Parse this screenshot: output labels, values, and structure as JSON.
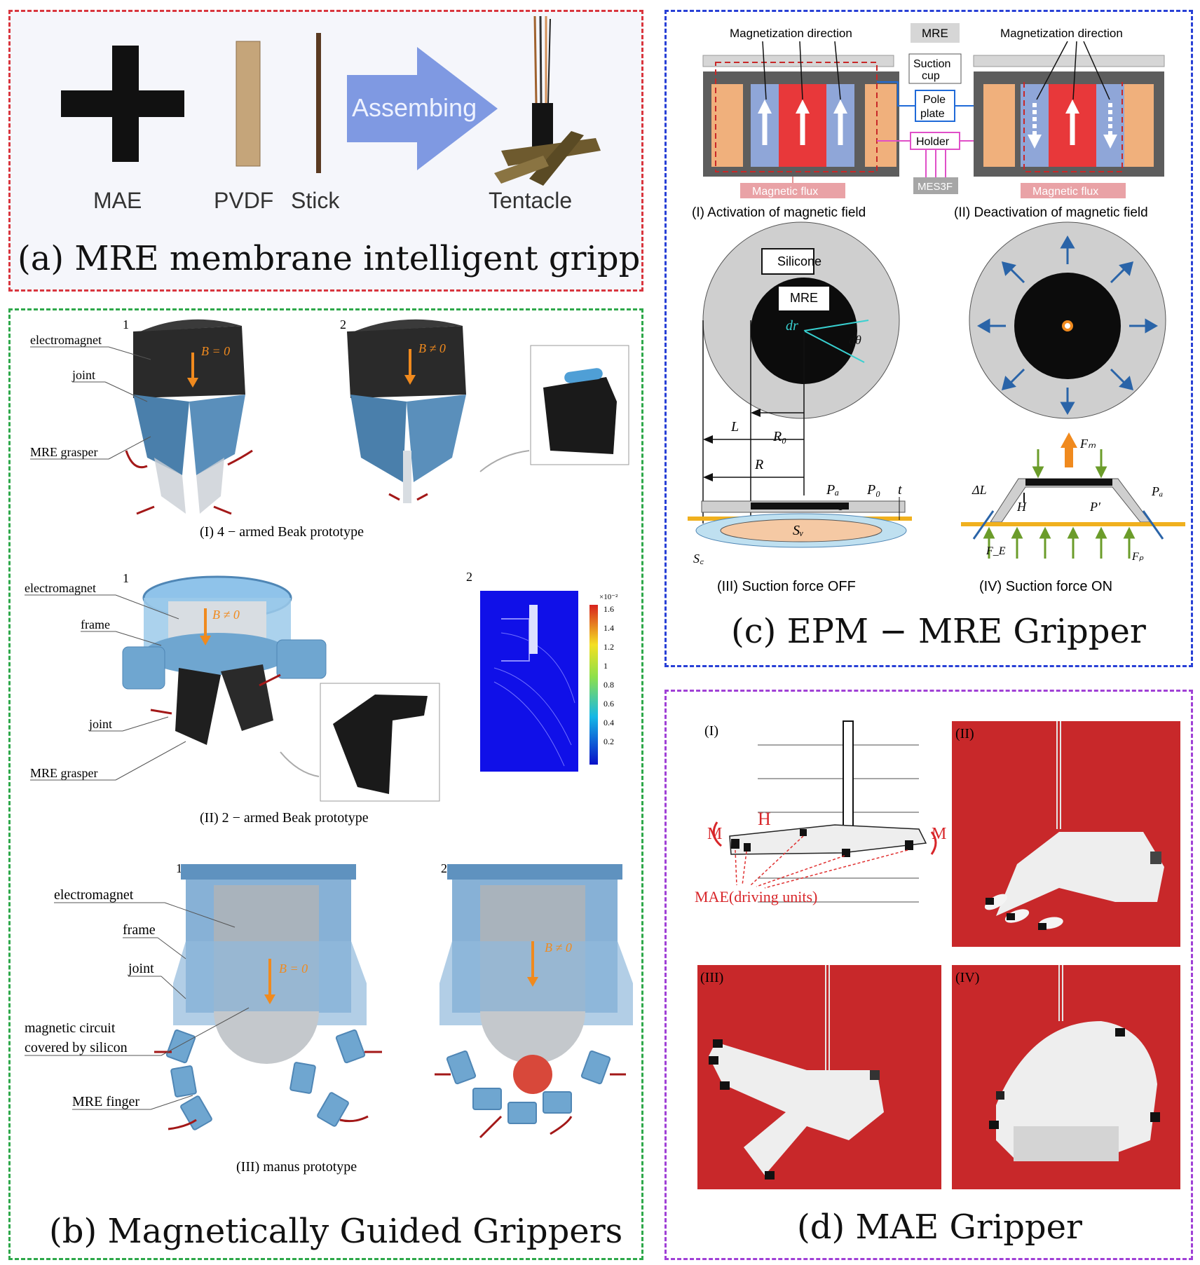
{
  "panel_a": {
    "labels": [
      "MAE",
      "PVDF",
      "Stick",
      "Tentacle"
    ],
    "arrow_text": "Assembing",
    "title": "(a) MRE membrane intelligent gripper"
  },
  "panel_b": {
    "title": "(b) Magnetically Guided Grippers",
    "sub1": {
      "caption": "(I) 4 − armed Beak prototype",
      "num1": "1",
      "num2": "2",
      "labels": [
        "electromagnet",
        "joint",
        "MRE grasper"
      ],
      "b_zero": "B = 0",
      "b_nonzero": "B ≠ 0"
    },
    "sub2": {
      "caption": "(II) 2 − armed Beak prototype",
      "num1": "1",
      "num2": "2",
      "labels": [
        "electromagnet",
        "frame",
        "joint",
        "MRE grasper"
      ],
      "b_nonzero": "B ≠ 0",
      "colorbar_exp": "×10⁻²",
      "colorbar_ticks": [
        "1.6",
        "1.4",
        "1.2",
        "1",
        "0.8",
        "0.6",
        "0.4",
        "0.2"
      ]
    },
    "sub3": {
      "caption": "(III) manus prototype",
      "num1": "1",
      "num2": "2",
      "labels": [
        "electromagnet",
        "frame",
        "joint",
        "magnetic circuit",
        "covered by silicon",
        "MRE finger"
      ],
      "b_zero": "B = 0",
      "b_nonzero": "B ≠ 0"
    }
  },
  "panel_c": {
    "title": "(c) EPM − MRE Gripper",
    "top": {
      "mag_dir_left": "Magnetization direction",
      "mag_dir_right": "Magnetization direction",
      "mre": "MRE",
      "suction_cup_1": "Suction",
      "suction_cup_2": "cup",
      "pole_plate_1": "Pole",
      "pole_plate_2": "plate",
      "holder": "Holder",
      "mes3f": "MES3F",
      "flux_left": "Magnetic flux",
      "flux_right": "Magnetic flux",
      "cap1": "(I) Activation of magnetic field",
      "cap2": "(II) Deactivation of magnetic field"
    },
    "bottom": {
      "silicone": "Silicone",
      "mre": "MRE",
      "dr": "dr",
      "dtheta": "dθ",
      "L": "L",
      "R0": "R₀",
      "R": "R",
      "Pa": "Pₐ",
      "P0": "P₀",
      "t": "t",
      "Sv": "Sᵥ",
      "Sc": "S꜀",
      "FM": "Fₘ",
      "dL": "ΔL",
      "H": "H",
      "Pprime": "P′",
      "Pa2": "Pₐ",
      "FE": "F_E",
      "Fp": "Fₚ",
      "cap3": "(III) Suction force OFF",
      "cap4": "(IV) Suction force ON"
    }
  },
  "panel_d": {
    "title": "(d) MAE Gripper",
    "h": "H",
    "m": "M",
    "driving": "MAE(driving units)",
    "labels": [
      "(I)",
      "(II)",
      "(III)",
      "(IV)"
    ]
  },
  "colors": {
    "panel_a_border": "#d9363e",
    "panel_b_border": "#2ea84a",
    "panel_c_border": "#2840d6",
    "panel_d_border": "#a040d6",
    "orange": "#f08a1e",
    "red_bg": "#c8282a",
    "steel_blue": "#4f86b5"
  }
}
